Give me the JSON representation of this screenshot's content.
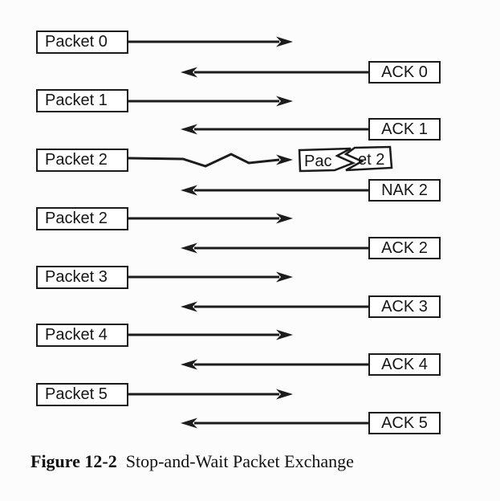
{
  "figure": {
    "caption_label": "Figure 12-2",
    "caption_title": "Stop-and-Wait Packet Exchange"
  },
  "colors": {
    "ink": "#1b1b1b",
    "paper": "#fcfcfc",
    "box_fill": "#ffffff"
  },
  "rows": [
    {
      "kind": "packet",
      "direction": "right",
      "label": "Packet 0"
    },
    {
      "kind": "ack",
      "direction": "left",
      "label": "ACK 0"
    },
    {
      "kind": "packet",
      "direction": "right",
      "label": "Packet 1"
    },
    {
      "kind": "ack",
      "direction": "left",
      "label": "ACK 1"
    },
    {
      "kind": "packet",
      "direction": "right",
      "label": "Packet 2",
      "transmission": "corrupted",
      "received_fragments": [
        "Pac",
        "et 2"
      ]
    },
    {
      "kind": "nak",
      "direction": "left",
      "label": "NAK 2"
    },
    {
      "kind": "packet",
      "direction": "right",
      "label": "Packet 2",
      "transmission": "retransmission"
    },
    {
      "kind": "ack",
      "direction": "left",
      "label": "ACK 2"
    },
    {
      "kind": "packet",
      "direction": "right",
      "label": "Packet 3"
    },
    {
      "kind": "ack",
      "direction": "left",
      "label": "ACK 3"
    },
    {
      "kind": "packet",
      "direction": "right",
      "label": "Packet 4"
    },
    {
      "kind": "ack",
      "direction": "left",
      "label": "ACK 4"
    },
    {
      "kind": "packet",
      "direction": "right",
      "label": "Packet 5"
    },
    {
      "kind": "ack",
      "direction": "left",
      "label": "ACK 5"
    }
  ]
}
